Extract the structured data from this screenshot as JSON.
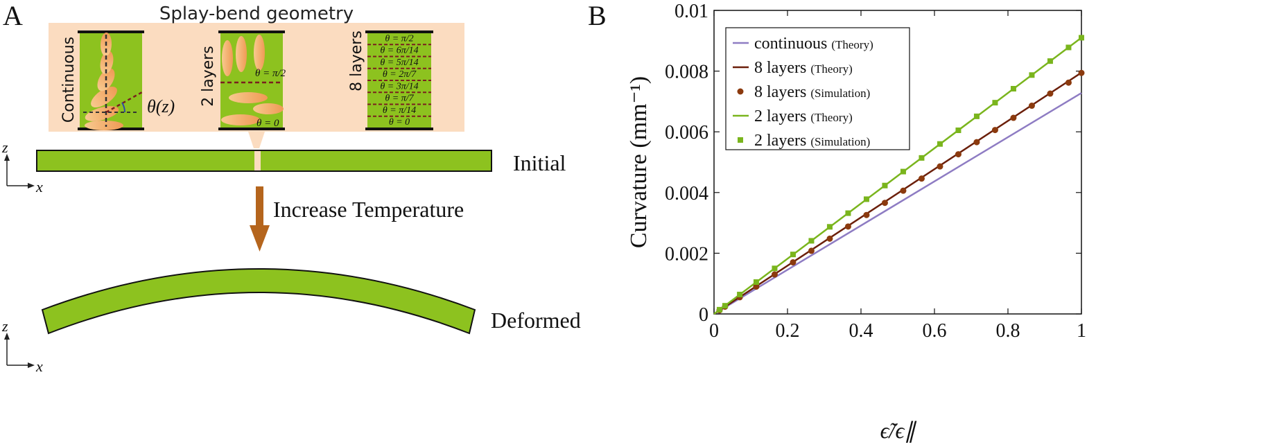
{
  "panel_a": {
    "label": "A",
    "inset_title": "Splay-bend geometry",
    "continuous_label": "Continuous",
    "theta_label": "θ(z)",
    "two_layers_label": "2 layers",
    "two_layers_top": "θ = π/2",
    "two_layers_bottom": "θ = 0",
    "eight_layers_label": "8 layers",
    "eight_layers_angles": [
      "θ = π/2",
      "θ = 6π/14",
      "θ = 5π/14",
      "θ = 2π/7",
      "θ = 3π/14",
      "θ = π/7",
      "θ = π/14",
      "θ = 0"
    ],
    "axis_z": "z",
    "axis_x": "x",
    "initial_label": "Initial",
    "arrow_label": "Increase Temperature",
    "deformed_label": "Deformed",
    "colors": {
      "strip": "#8dc21f",
      "inset_bg": "#fbdcc0",
      "arrow": "#b5651d",
      "ellipse": "#f6b26b"
    }
  },
  "panel_b": {
    "label": "B"
  },
  "chart_data": {
    "type": "line",
    "xlabel": "ϵ̃/ϵ∥",
    "ylabel": "Curvature (mm⁻¹)",
    "xlim": [
      0,
      1
    ],
    "ylim": [
      0,
      0.01
    ],
    "xticks": [
      "0",
      "0.2",
      "0.4",
      "0.6",
      "0.8",
      "1"
    ],
    "yticks": [
      "0",
      "0.002",
      "0.004",
      "0.006",
      "0.008",
      "0.01"
    ],
    "legend_position": "top-left",
    "series": [
      {
        "name": "continuous",
        "tag": "(Theory)",
        "kind": "line",
        "color": "#8e7cc3",
        "x": [
          0,
          1
        ],
        "y": [
          0,
          0.00728
        ]
      },
      {
        "name": "8 layers",
        "tag": "(Theory)",
        "kind": "line",
        "color": "#6b1f0a",
        "x": [
          0,
          1
        ],
        "y": [
          0,
          0.00795
        ]
      },
      {
        "name": "8 layers",
        "tag": "(Simulation)",
        "kind": "circle",
        "color": "#8b3a0e",
        "x": [
          0.015,
          0.03,
          0.07,
          0.115,
          0.165,
          0.215,
          0.265,
          0.315,
          0.365,
          0.415,
          0.465,
          0.515,
          0.565,
          0.615,
          0.665,
          0.715,
          0.765,
          0.815,
          0.865,
          0.915,
          0.965,
          1.0
        ],
        "y": [
          0.00012,
          0.00024,
          0.00055,
          0.0009,
          0.0013,
          0.0017,
          0.00208,
          0.00248,
          0.00288,
          0.00326,
          0.00366,
          0.00406,
          0.00446,
          0.00486,
          0.00526,
          0.00566,
          0.00606,
          0.00646,
          0.00686,
          0.00726,
          0.00762,
          0.00794
        ]
      },
      {
        "name": "2 layers",
        "tag": "(Theory)",
        "kind": "line",
        "color": "#7ab51d",
        "x": [
          0,
          1
        ],
        "y": [
          0,
          0.0091
        ]
      },
      {
        "name": "2 layers",
        "tag": "(Simulation)",
        "kind": "square",
        "color": "#7ab51d",
        "x": [
          0.015,
          0.03,
          0.07,
          0.115,
          0.165,
          0.215,
          0.265,
          0.315,
          0.365,
          0.415,
          0.465,
          0.515,
          0.565,
          0.615,
          0.665,
          0.715,
          0.765,
          0.815,
          0.865,
          0.915,
          0.965,
          1.0
        ],
        "y": [
          0.00014,
          0.00027,
          0.00064,
          0.00105,
          0.0015,
          0.00196,
          0.00241,
          0.00287,
          0.00332,
          0.00378,
          0.00423,
          0.00469,
          0.00514,
          0.0056,
          0.00605,
          0.00651,
          0.00696,
          0.00742,
          0.00787,
          0.00833,
          0.00878,
          0.0091
        ]
      }
    ]
  }
}
